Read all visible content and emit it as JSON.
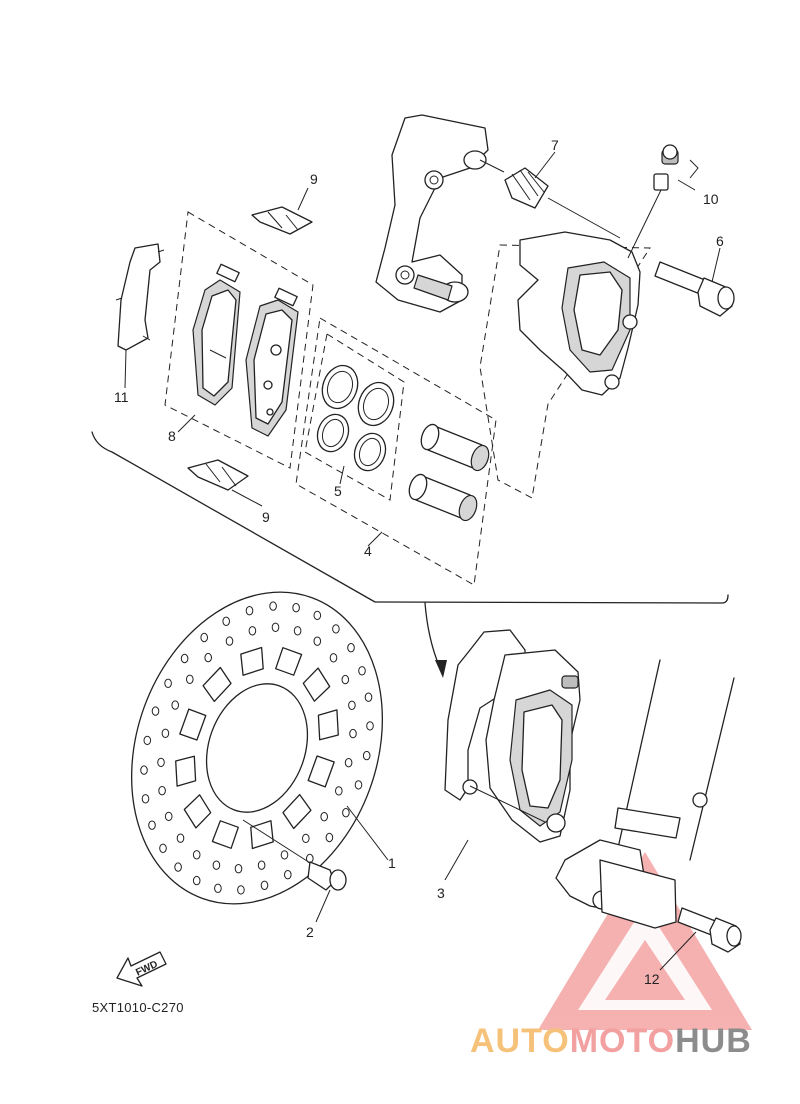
{
  "diagram": {
    "drawing_code": "5XT1010-C270",
    "fwd_label": "FWD",
    "callouts": {
      "c1": "1",
      "c2": "2",
      "c3": "3",
      "c4": "4",
      "c5": "5",
      "c6": "6",
      "c7": "7",
      "c8": "8",
      "c9a": "9",
      "c9b": "9",
      "c10": "10",
      "c11": "11",
      "c12": "12"
    }
  },
  "watermark": {
    "part1": "AUTO",
    "part2": "MOTO",
    "part3": "HUB",
    "colors": {
      "auto": "#f6c27a",
      "moto": "#f3a0a0",
      "hub": "#8c8c8c",
      "triangle": "#f4a3a3"
    }
  }
}
